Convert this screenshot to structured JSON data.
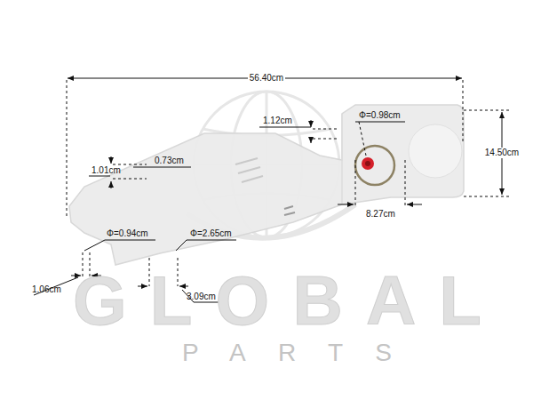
{
  "diagram": {
    "labels": [
      "56.40cm",
      "1.12cm",
      "Φ=0.98cm",
      "14.50cm",
      "0.73cm",
      "1.01cm",
      "8.27cm",
      "Φ=0.94cm",
      "Φ=2.65cm",
      "1.06cm",
      "3.09cm",
      "GLOBAL",
      "PARTS"
    ]
  }
}
